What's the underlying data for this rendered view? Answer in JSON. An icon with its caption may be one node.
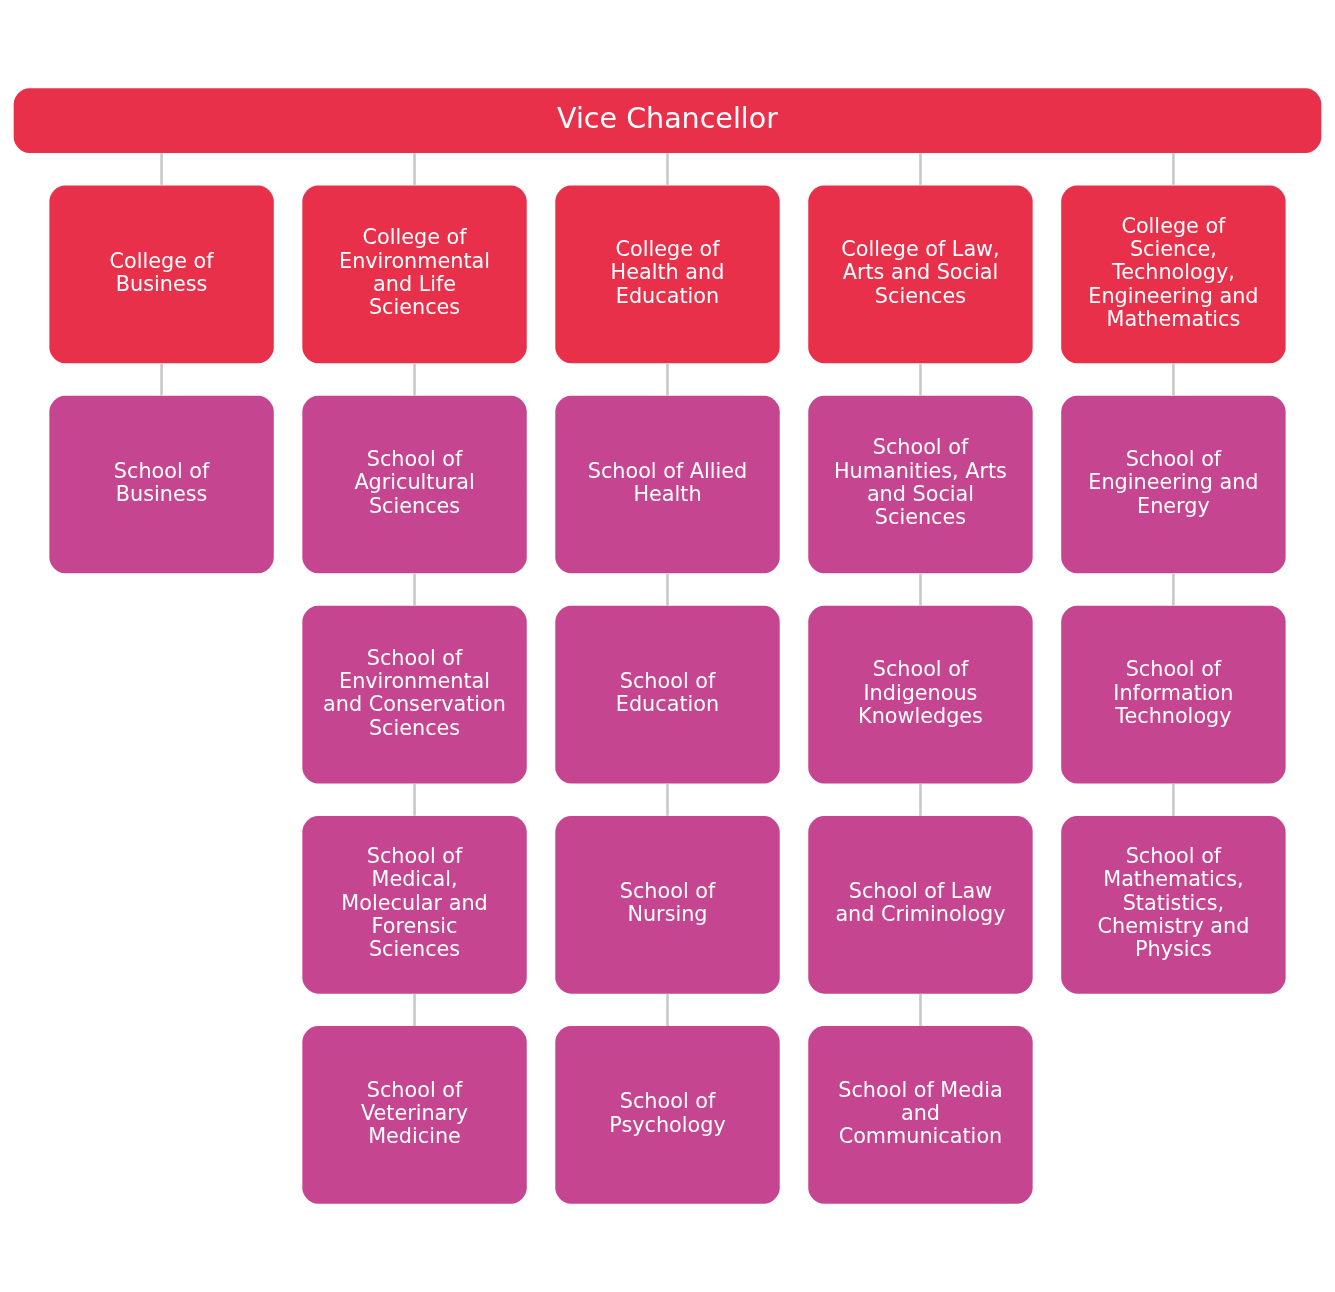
{
  "diagram": {
    "nodes": [
      {
        "text": [
          "Vice Chancellor"
        ]
      },
      {
        "text": [
          "College of Business"
        ]
      },
      {
        "text": [
          "College of Environmental and Life Sciences"
        ]
      },
      {
        "text": [
          "College of Health and Education"
        ]
      },
      {
        "text": [
          "College of Law, Arts and Social Sciences"
        ]
      },
      {
        "text": [
          "College of Science, Technology, Engineering and Mathematics"
        ]
      },
      {
        "text": [
          "School of Business"
        ]
      },
      {
        "text": [
          "School of Agricultural Sciences"
        ]
      },
      {
        "text": [
          "School of Allied Health"
        ]
      },
      {
        "text": [
          "School of Humanities, Arts and Social Sciences"
        ]
      },
      {
        "text": [
          "School of Engineering and Energy"
        ]
      },
      {
        "text": [
          "School of Environmental and Conservation Sciences"
        ]
      },
      {
        "text": [
          "School of Education"
        ]
      },
      {
        "text": [
          "School of Indigenous Knowledges"
        ]
      },
      {
        "text": [
          "School of Information Technology"
        ]
      },
      {
        "text": [
          "School of Medical, Molecular and Forensic Sciences"
        ]
      },
      {
        "text": [
          "School of Nursing"
        ]
      },
      {
        "text": [
          "School of Law and Criminology"
        ]
      },
      {
        "text": [
          "School of Mathematics, Statistics, Chemistry and Physics"
        ]
      },
      {
        "text": [
          "School of Veterinary Medicine"
        ]
      },
      {
        "text": [
          "School of Psychology"
        ]
      },
      {
        "text": [
          "School of Media and Communication"
        ]
      }
    ],
    "edges": [
      {
        "from": 0,
        "to": 1,
        "arrow": "none"
      },
      {
        "from": 0,
        "to": 2,
        "arrow": "none"
      },
      {
        "from": 0,
        "to": 3,
        "arrow": "none"
      },
      {
        "from": 0,
        "to": 4,
        "arrow": "none"
      },
      {
        "from": 0,
        "to": 5,
        "arrow": "none"
      },
      {
        "from": 1,
        "to": 6,
        "arrow": "none"
      },
      {
        "from": 2,
        "to": 7,
        "arrow": "none"
      },
      {
        "from": 7,
        "to": 11,
        "arrow": "none"
      },
      {
        "from": 11,
        "to": 15,
        "arrow": "none"
      },
      {
        "from": 15,
        "to": 19,
        "arrow": "none"
      },
      {
        "from": 3,
        "to": 8,
        "arrow": "none"
      },
      {
        "from": 8,
        "to": 12,
        "arrow": "none"
      },
      {
        "from": 12,
        "to": 16,
        "arrow": "none"
      },
      {
        "from": 16,
        "to": 20,
        "arrow": "none"
      },
      {
        "from": 4,
        "to": 9,
        "arrow": "none"
      },
      {
        "from": 9,
        "to": 13,
        "arrow": "none"
      },
      {
        "from": 13,
        "to": 17,
        "arrow": "none"
      },
      {
        "from": 17,
        "to": 21,
        "arrow": "none"
      },
      {
        "from": 5,
        "to": 10,
        "arrow": "none"
      },
      {
        "from": 10,
        "to": 14,
        "arrow": "none"
      },
      {
        "from": 14,
        "to": 18,
        "arrow": "none"
      }
    ]
  }
}
